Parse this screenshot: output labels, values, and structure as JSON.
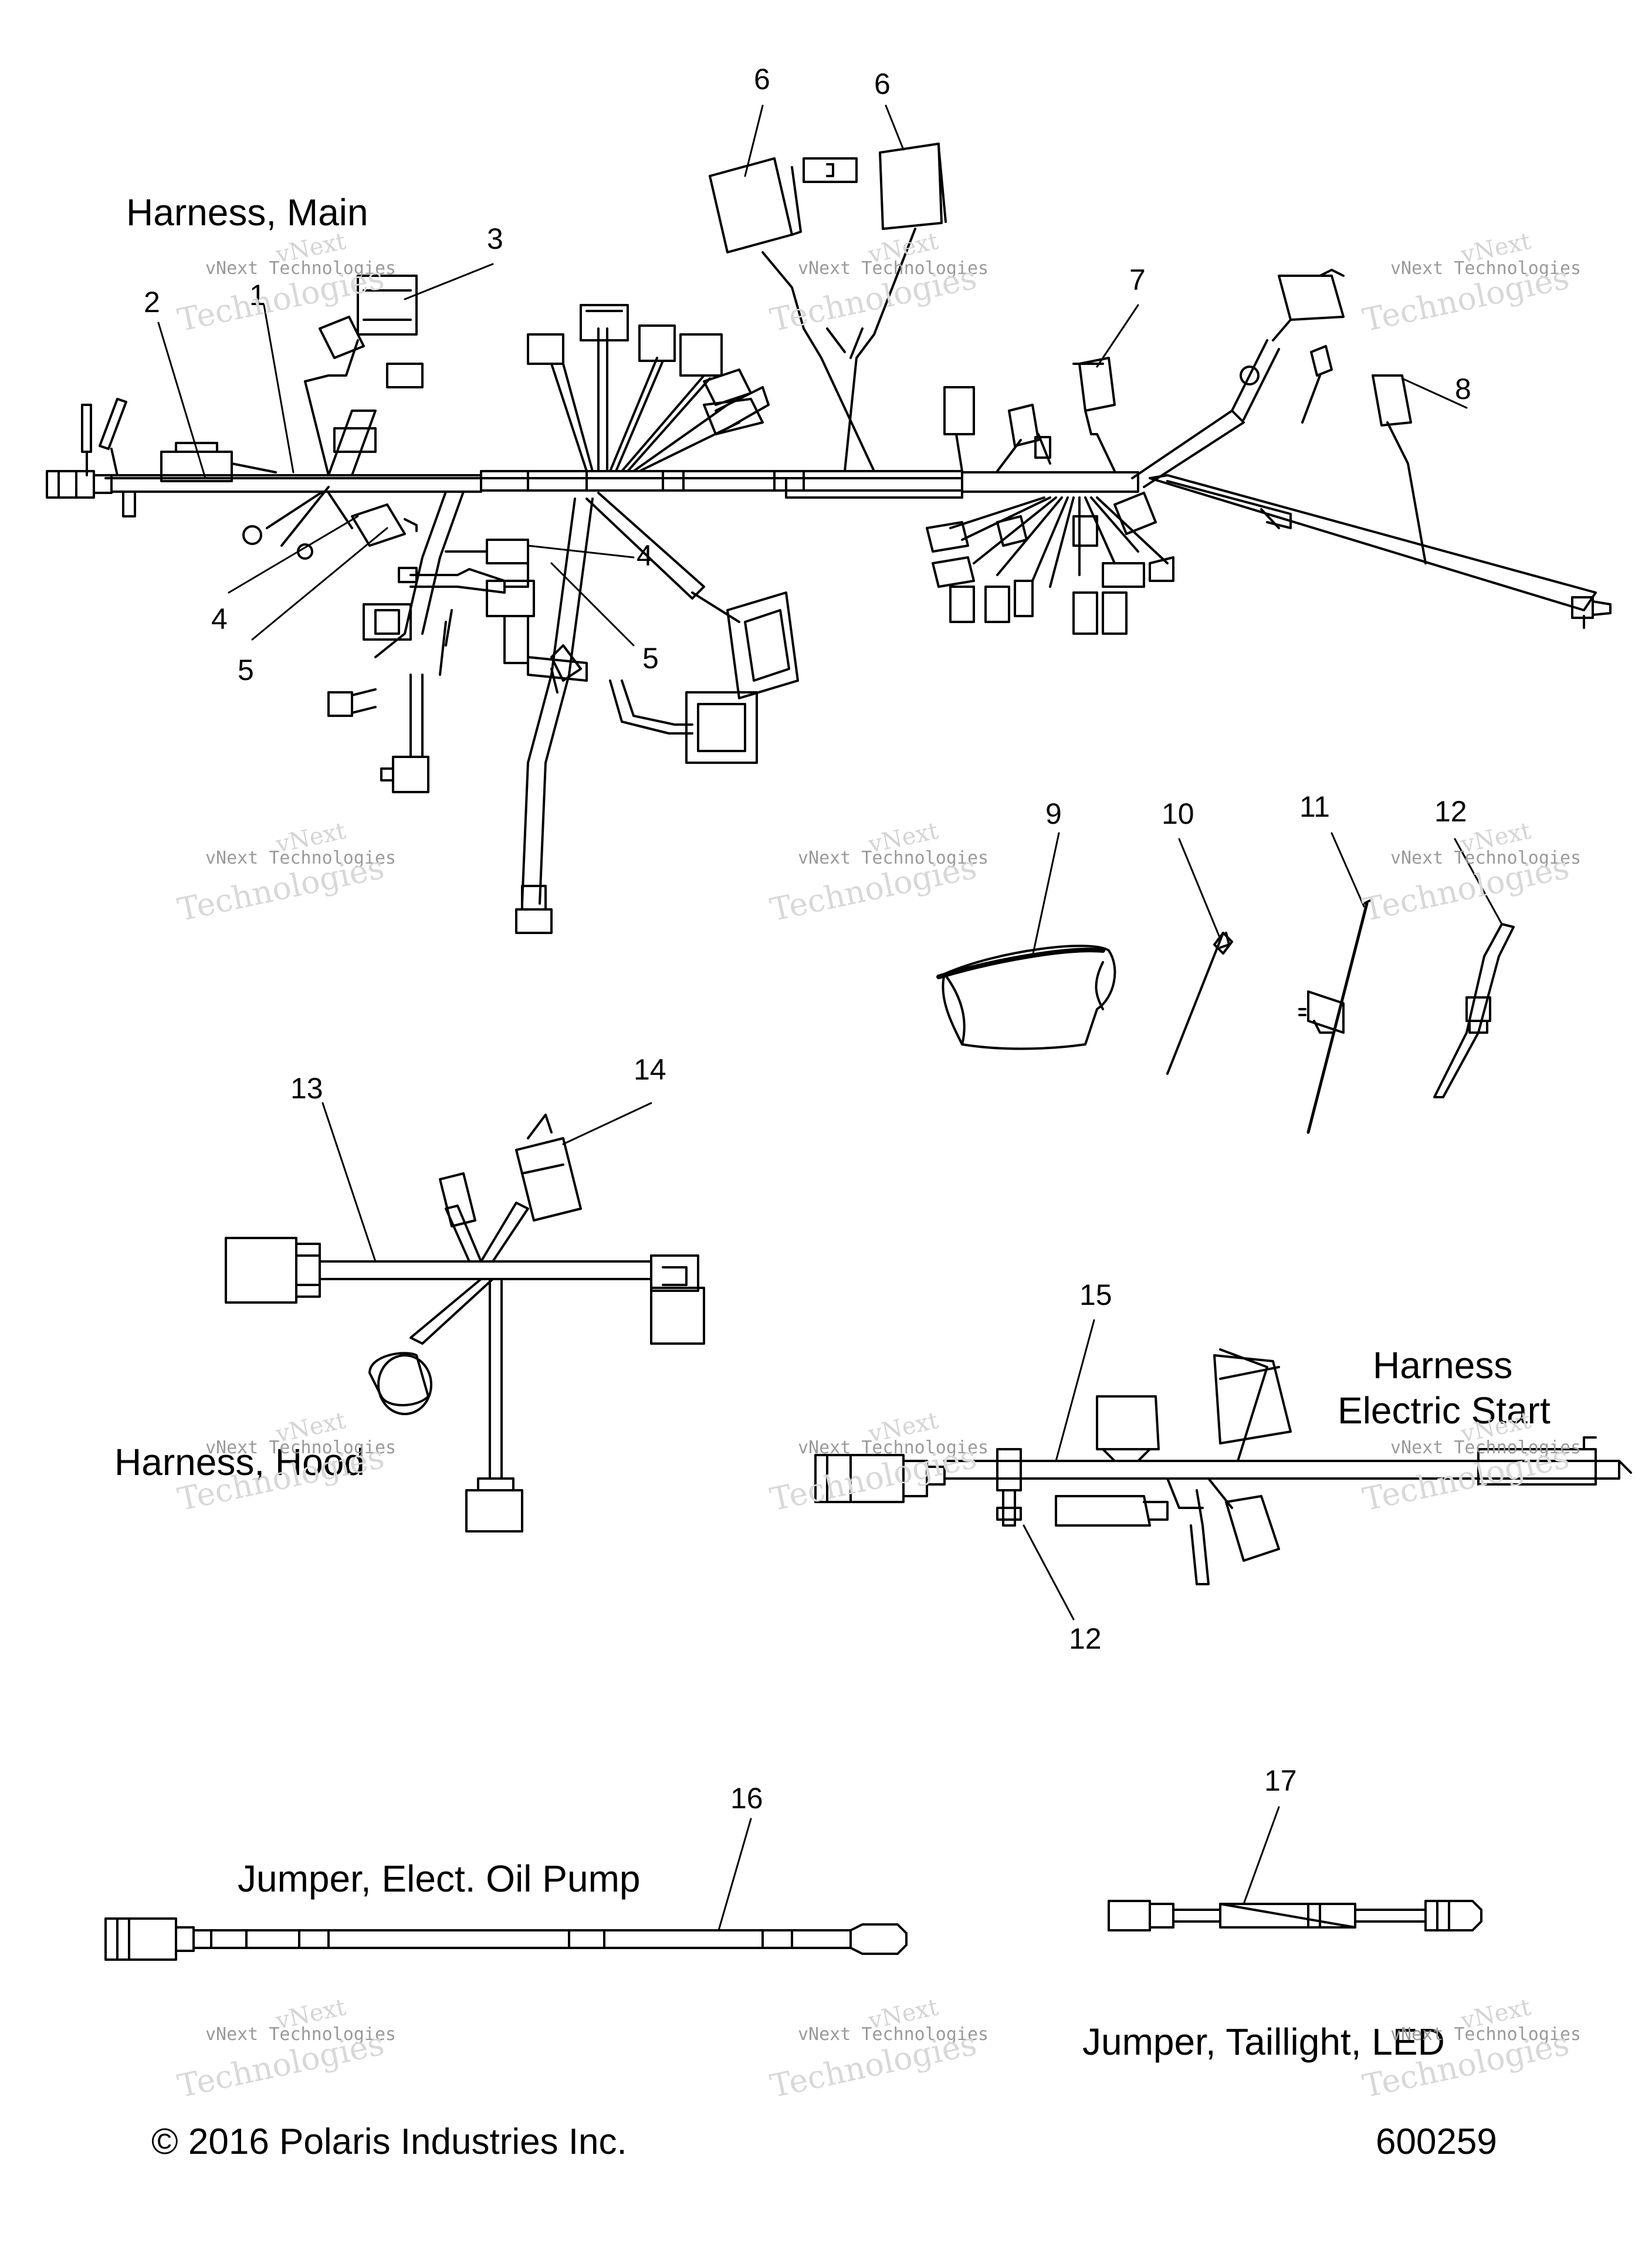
{
  "titles": {
    "harness_main": "Harness, Main",
    "harness_hood": "Harness, Hood",
    "harness_electric_start_line1": "Harness",
    "harness_electric_start_line2": "Electric Start",
    "jumper_oil_pump": "Jumper, Elect. Oil Pump",
    "jumper_taillight": "Jumper, Taillight, LED"
  },
  "callouts": {
    "c1": "1",
    "c2": "2",
    "c3": "3",
    "c4a": "4",
    "c4b": "4",
    "c5a": "5",
    "c5b": "5",
    "c6a": "6",
    "c6b": "6",
    "c7": "7",
    "c8": "8",
    "c9": "9",
    "c10": "10",
    "c11": "11",
    "c12a": "12",
    "c12b": "12",
    "c13": "13",
    "c14": "14",
    "c15": "15",
    "c16": "16",
    "c17": "17"
  },
  "footer": {
    "copyright": "© 2016 Polaris Industries Inc.",
    "figure_number": "600259"
  },
  "watermark": {
    "line1": "vNext",
    "line2": "vNext Technologies",
    "line3": "Technologies"
  },
  "colors": {
    "ink": "#000000",
    "watermark": "#d0d0d0",
    "background": "#ffffff"
  }
}
